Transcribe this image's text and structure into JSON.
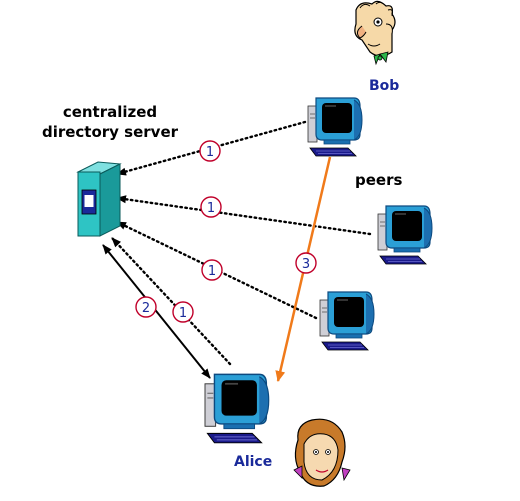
{
  "labels": {
    "server_line1": "centralized",
    "server_line2": "directory server",
    "peers": "peers",
    "bob": "Bob",
    "alice": "Alice"
  },
  "steps": {
    "register_bob": "1",
    "register_peer2": "1",
    "register_peer3": "1",
    "register_peer4": "1",
    "register_alice": "1",
    "query": "2",
    "transfer": "3"
  },
  "colors": {
    "server": "#2ec4c4",
    "transfer_arrow": "#f07a1a",
    "step_circle": "#c0002a",
    "name_label": "#1a2a9a",
    "monitor_frame": "#2b9fd6",
    "screen": "#000000",
    "keyboard": "#1a1a8a"
  }
}
